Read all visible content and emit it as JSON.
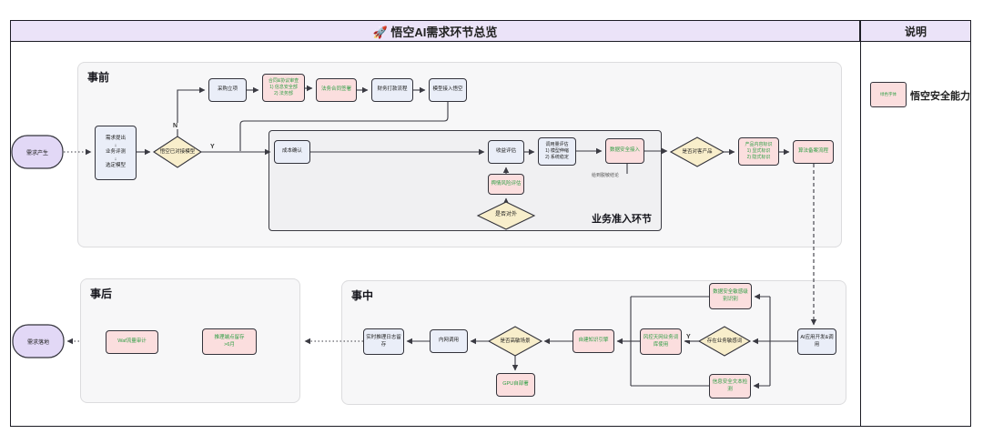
{
  "title": "🚀 悟空AI需求环节总览",
  "legend": {
    "header": "说明",
    "swatch_text": "绿色字体",
    "label": "悟空安全能力"
  },
  "sections": {
    "before": "事前",
    "during": "事中",
    "after": "事后",
    "business_entry": "业务准入环节"
  },
  "terminals": {
    "start": "需求产生",
    "end": "需求落地"
  },
  "edge_labels": {
    "n": "N",
    "y1": "Y",
    "y2": "Y"
  },
  "annotations": {
    "desensitize_note": "给到脱敏结论"
  },
  "nodes": {
    "demand_flow": {
      "lines": [
        "需求提出",
        "↓",
        "业务评测",
        "↓",
        "选定模型"
      ]
    },
    "model_connected": {
      "label": "悟空已对接模型"
    },
    "procurement": {
      "label": "采购立项"
    },
    "contract_review": {
      "lines": [
        "合同&协议审查",
        "1) 信息安全部",
        "2) 法务部"
      ]
    },
    "legal_contract": {
      "label": "法务合同签署"
    },
    "finance_payment": {
      "label": "财务打款流程"
    },
    "model_access": {
      "label": "模型接入悟空"
    },
    "cost_confirm": {
      "label": "成本确认"
    },
    "revenue_eval": {
      "label": "收益评估"
    },
    "call_volume_eval": {
      "lines": [
        "调用量评估",
        "1) 模型伸缩",
        "2) 系统稳定"
      ]
    },
    "data_security_access": {
      "label": "数据安全接入"
    },
    "sentiment_risk_eval": {
      "label": "舆情风险评估"
    },
    "is_external": {
      "label": "是否对外"
    },
    "is_customer_product": {
      "label": "是否对客产品"
    },
    "content_labeling": {
      "lines": [
        "产品内容标识",
        "1) 显式标识",
        "2) 隐式标识"
      ]
    },
    "algorithm_filing": {
      "label": "算法备案流程"
    },
    "ai_app_dev": {
      "label": "AI应用开发&调用"
    },
    "data_sensitivity_detect": {
      "label": "数据安全敏感级别识别"
    },
    "has_sensitive_words": {
      "label": "存在业务敏感词"
    },
    "risk_control_lexicon": {
      "label": "风控天网业务词库使用"
    },
    "info_security_text_check": {
      "label": "信息安全文本检测"
    },
    "self_knowledge_engine": {
      "label": "自建知识引擎"
    },
    "is_high_sensitive": {
      "label": "是否高敏场景"
    },
    "intranet_call": {
      "label": "内网调用"
    },
    "inference_log_retention": {
      "label": "实时推理日志留存"
    },
    "gpu_self_deploy": {
      "label": "GPU自部署"
    },
    "waf_audit": {
      "label": "Waf流量审计"
    },
    "endpoint_retention": {
      "lines": [
        "推理端点留存",
        ">6月"
      ]
    }
  },
  "colors": {
    "header_bg": "#ebe3f8",
    "security_node_bg": "#fbdede",
    "security_text_green": "#2f9e44",
    "process_node_bg": "#eaeef8",
    "decision_bg": "#f8eecb",
    "terminal_bg": "#e2d8f6",
    "section_bg": "#f7f7f8"
  }
}
